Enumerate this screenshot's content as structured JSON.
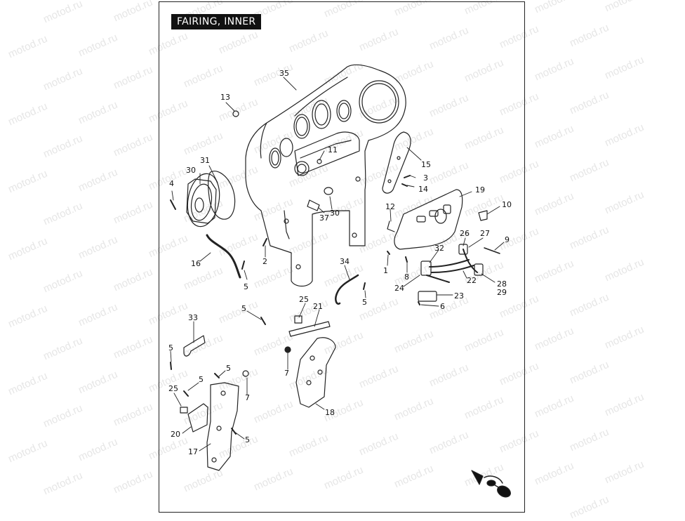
{
  "title": "FAIRING, INNER",
  "watermark": "motod.ru",
  "callouts": [
    {
      "id": "c35",
      "label": "35"
    },
    {
      "id": "c13",
      "label": "13"
    },
    {
      "id": "c11",
      "label": "11"
    },
    {
      "id": "c31",
      "label": "31"
    },
    {
      "id": "c30a",
      "label": "30"
    },
    {
      "id": "c4",
      "label": "4"
    },
    {
      "id": "c15",
      "label": "15"
    },
    {
      "id": "c3",
      "label": "3"
    },
    {
      "id": "c14",
      "label": "14"
    },
    {
      "id": "c19",
      "label": "19"
    },
    {
      "id": "c12",
      "label": "12"
    },
    {
      "id": "c10",
      "label": "10"
    },
    {
      "id": "c37",
      "label": "37"
    },
    {
      "id": "c30b",
      "label": "30"
    },
    {
      "id": "c26",
      "label": "26"
    },
    {
      "id": "c27",
      "label": "27"
    },
    {
      "id": "c9",
      "label": "9"
    },
    {
      "id": "c32",
      "label": "32"
    },
    {
      "id": "c16",
      "label": "16"
    },
    {
      "id": "c2",
      "label": "2"
    },
    {
      "id": "c1",
      "label": "1"
    },
    {
      "id": "c8",
      "label": "8"
    },
    {
      "id": "c34",
      "label": "34"
    },
    {
      "id": "c22",
      "label": "22"
    },
    {
      "id": "c28",
      "label": "28"
    },
    {
      "id": "c29",
      "label": "29"
    },
    {
      "id": "c24",
      "label": "24"
    },
    {
      "id": "c5a",
      "label": "5"
    },
    {
      "id": "c5b",
      "label": "5"
    },
    {
      "id": "c23",
      "label": "23"
    },
    {
      "id": "c6",
      "label": "6"
    },
    {
      "id": "c25a",
      "label": "25"
    },
    {
      "id": "c21",
      "label": "21"
    },
    {
      "id": "c5c",
      "label": "5"
    },
    {
      "id": "c33",
      "label": "33"
    },
    {
      "id": "c5d",
      "label": "5"
    },
    {
      "id": "c7a",
      "label": "7"
    },
    {
      "id": "c5e",
      "label": "5"
    },
    {
      "id": "c5f",
      "label": "5"
    },
    {
      "id": "c25b",
      "label": "25"
    },
    {
      "id": "c7b",
      "label": "7"
    },
    {
      "id": "c18",
      "label": "18"
    },
    {
      "id": "c20",
      "label": "20"
    },
    {
      "id": "c5g",
      "label": "5"
    },
    {
      "id": "c17",
      "label": "17"
    }
  ]
}
